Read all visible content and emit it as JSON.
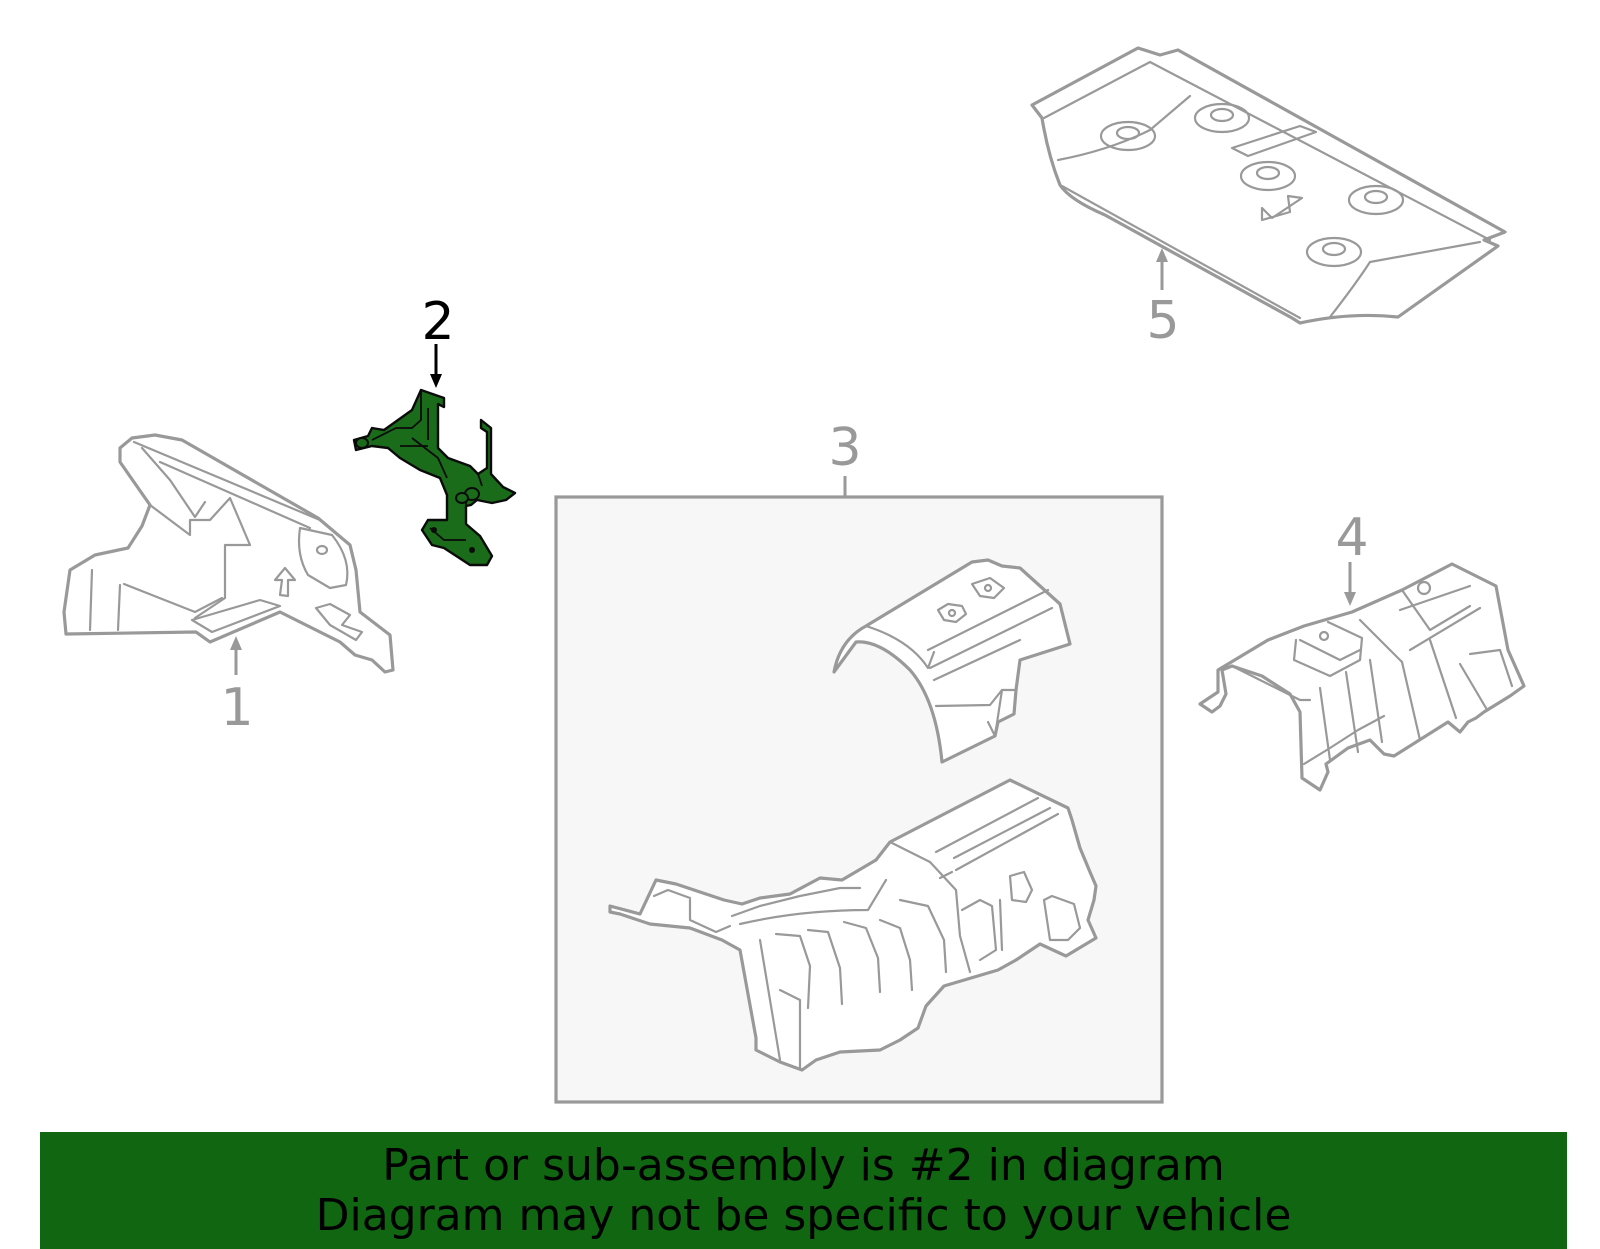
{
  "callouts": [
    {
      "id": "1",
      "label": "1",
      "highlighted": false
    },
    {
      "id": "2",
      "label": "2",
      "highlighted": true
    },
    {
      "id": "3",
      "label": "3",
      "highlighted": false
    },
    {
      "id": "4",
      "label": "4",
      "highlighted": false
    },
    {
      "id": "5",
      "label": "5",
      "highlighted": false
    }
  ],
  "colors": {
    "highlight_fill": "#1a6b1a",
    "part_stroke": "#999999",
    "banner_bg": "#116611",
    "group_box_bg": "#f7f7f7"
  },
  "banner": {
    "line1": "Part or sub-assembly is #2 in diagram",
    "line2": "Diagram may not be specific to your vehicle"
  }
}
